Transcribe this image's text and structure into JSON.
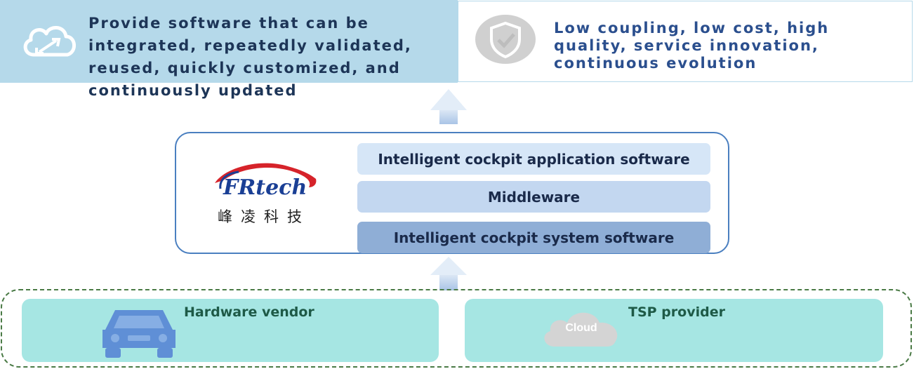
{
  "top": {
    "left_text": "Provide software that can be integrated, repeatedly validated, reused, quickly customized, and continuously updated",
    "right_text": "Low coupling, low cost, high quality, service innovation, continuous evolution"
  },
  "logo": {
    "brand": "FRtech",
    "chinese": "峰凌科技"
  },
  "layers": {
    "application": "Intelligent cockpit application software",
    "middleware": "Middleware",
    "system": "Intelligent cockpit system software"
  },
  "vendors": {
    "hardware": "Hardware vendor",
    "tsp": "TSP provider",
    "cloud_label": "Cloud"
  },
  "icons": [
    "cloud-sync-icon",
    "shield-check-icon",
    "car-icon",
    "cloud-icon",
    "up-arrow-icon"
  ],
  "colors": {
    "top_left_bg": "#b5d9ea",
    "border_blue": "#4a7fc0",
    "layer_app": "#d6e6f7",
    "layer_mid": "#c3d7f0",
    "layer_sys": "#8faed6",
    "vendor_bg": "#a6e6e3",
    "dashed_border": "#4a7a45",
    "logo_red": "#d6232a",
    "logo_blue": "#1a3f95"
  }
}
